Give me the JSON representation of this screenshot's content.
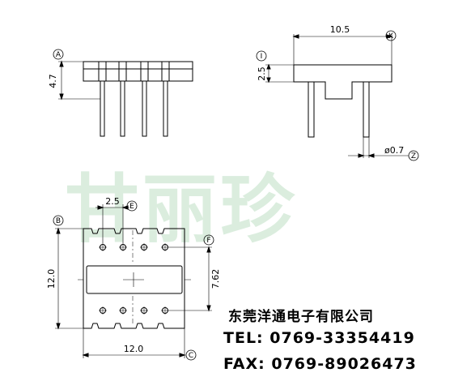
{
  "watermark": "甘丽珍",
  "dimensions": {
    "height_left": "4.7",
    "width_top": "10.5",
    "flange": "2.5",
    "pin_dia": "ø0.7",
    "pitch": "2.5",
    "side_height": "12.0",
    "inner_height": "7.62",
    "bottom_width": "12.0"
  },
  "labels": {
    "a": "A",
    "k": "K",
    "i": "I",
    "z": "Z",
    "e": "E",
    "b": "B",
    "f": "F",
    "c": "C"
  },
  "contact": {
    "company": "东莞洋通电子有限公司",
    "tel": "TEL: 0769-33354419",
    "fax": "FAX: 0769-89026473"
  }
}
